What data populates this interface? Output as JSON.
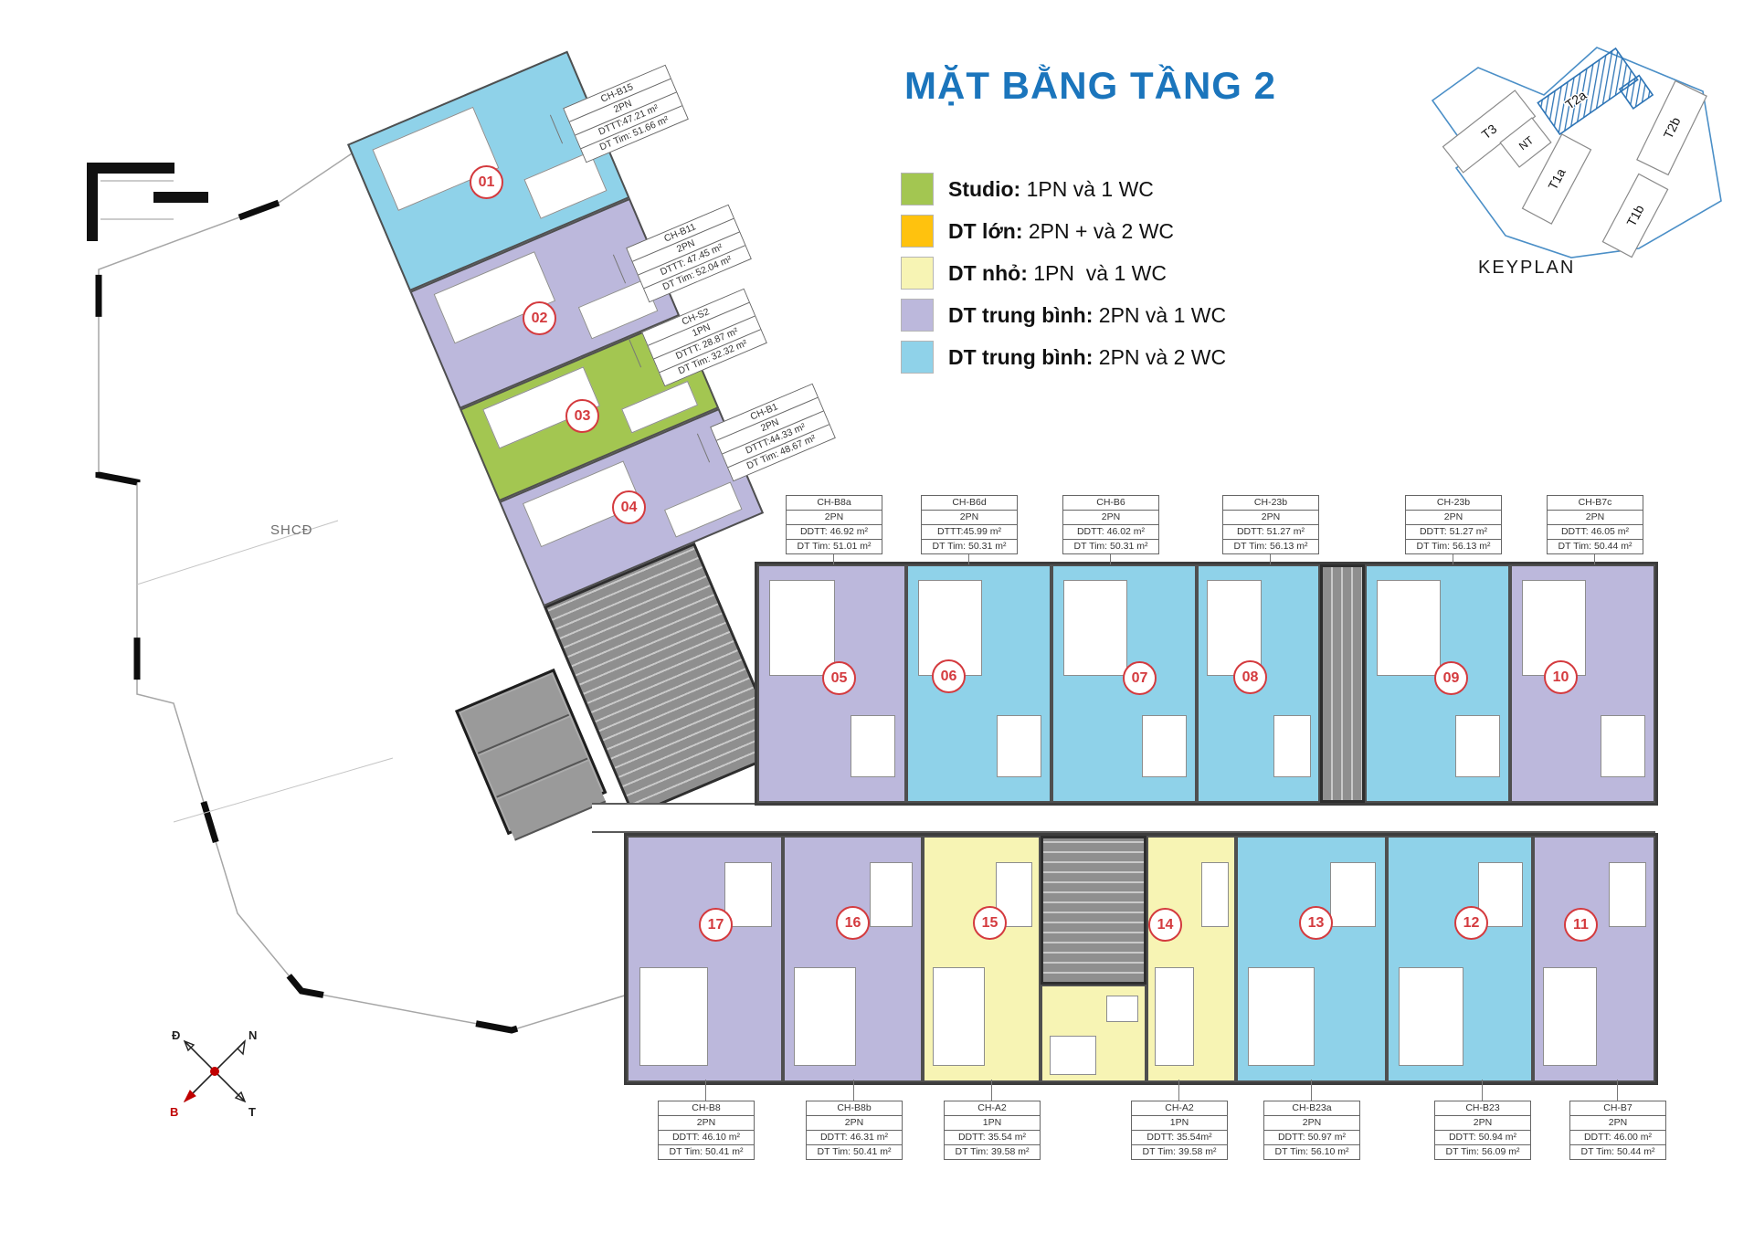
{
  "title": "MẶT BẰNG TẦNG 2",
  "colors": {
    "studio": "#A3C651",
    "dt_lon": "#FFC20E",
    "dt_nho": "#F7F4B4",
    "dt_tb_1wc": "#BCB8DC",
    "dt_tb_2wc": "#8FD2E9",
    "core_gray": "#8F8F8F",
    "accent_blue": "#1B75BC",
    "keyplan_blue": "#2E75B6",
    "unit_number_red": "#D43A3E"
  },
  "legend": {
    "items": [
      {
        "key": "studio",
        "bold": "Studio:",
        "text": " 1PN và 1 WC"
      },
      {
        "key": "dt_lon",
        "bold": "DT lớn:",
        "text": " 2PN + và 2 WC"
      },
      {
        "key": "dt_nho",
        "bold": "DT nhỏ:",
        "text": " 1PN  và 1 WC"
      },
      {
        "key": "dt_tb_1wc",
        "bold": "DT trung bình:",
        "text": " 2PN và 1 WC"
      },
      {
        "key": "dt_tb_2wc",
        "bold": "DT trung bình:",
        "text": " 2PN và 2 WC"
      }
    ]
  },
  "keyplan": {
    "label": "KEYPLAN",
    "highlighted": "T2a",
    "buildings": [
      {
        "name": "T3"
      },
      {
        "name": "NT"
      },
      {
        "name": "T2a"
      },
      {
        "name": "T1a"
      },
      {
        "name": "T2b"
      },
      {
        "name": "T1b"
      }
    ]
  },
  "common_area": {
    "label": "SHCĐ"
  },
  "compass": {
    "top_left": "Đ",
    "top_right": "N",
    "bottom_left": "B",
    "bottom_right": "T"
  },
  "units": [
    {
      "number": "01",
      "category": "dt_tb_2wc"
    },
    {
      "number": "02",
      "category": "dt_tb_1wc"
    },
    {
      "number": "03",
      "category": "studio"
    },
    {
      "number": "04",
      "category": "dt_tb_1wc"
    },
    {
      "number": "05",
      "category": "dt_tb_1wc"
    },
    {
      "number": "06",
      "category": "dt_tb_2wc"
    },
    {
      "number": "07",
      "category": "dt_tb_2wc"
    },
    {
      "number": "08",
      "category": "dt_tb_2wc"
    },
    {
      "number": "09",
      "category": "dt_tb_2wc"
    },
    {
      "number": "10",
      "category": "dt_tb_1wc"
    },
    {
      "number": "11",
      "category": "dt_tb_1wc"
    },
    {
      "number": "12",
      "category": "dt_tb_2wc"
    },
    {
      "number": "13",
      "category": "dt_tb_2wc"
    },
    {
      "number": "14",
      "category": "dt_nho"
    },
    {
      "number": "15",
      "category": "dt_nho"
    },
    {
      "number": "16",
      "category": "dt_tb_1wc"
    },
    {
      "number": "17",
      "category": "dt_tb_1wc"
    }
  ],
  "labels": {
    "tilted": [
      {
        "code": "CH-B15",
        "type": "2PN",
        "area1": "DTTT:47.21 m²",
        "area2": "DT Tim: 51.66 m²"
      },
      {
        "code": "CH-B11",
        "type": "2PN",
        "area1": "DTTT: 47.45 m²",
        "area2": "DT Tim: 52.04 m²"
      },
      {
        "code": "CH-S2",
        "type": "1PN",
        "area1": "DTTT: 28.87 m²",
        "area2": "DT Tim: 32.32 m²"
      },
      {
        "code": "CH-B1",
        "type": "2PN",
        "area1": "DTTT:44.33 m²",
        "area2": "DT Tim: 48.67 m²"
      }
    ],
    "top": [
      {
        "code": "CH-B8a",
        "type": "2PN",
        "area1": "DDTT: 46.92 m²",
        "area2": "DT Tim: 51.01 m²"
      },
      {
        "code": "CH-B6d",
        "type": "2PN",
        "area1": "DTTT:45.99 m²",
        "area2": "DT Tim: 50.31 m²"
      },
      {
        "code": "CH-B6",
        "type": "2PN",
        "area1": "DDTT: 46.02 m²",
        "area2": "DT Tim: 50.31 m²"
      },
      {
        "code": "CH-23b",
        "type": "2PN",
        "area1": "DDTT: 51.27 m²",
        "area2": "DT Tim: 56.13 m²"
      },
      {
        "code": "CH-23b",
        "type": "2PN",
        "area1": "DDTT: 51.27 m²",
        "area2": "DT Tim: 56.13 m²"
      },
      {
        "code": "CH-B7c",
        "type": "2PN",
        "area1": "DDTT: 46.05 m²",
        "area2": "DT Tim: 50.44 m²"
      }
    ],
    "bottom": [
      {
        "code": "CH-B8",
        "type": "2PN",
        "area1": "DDTT: 46.10 m²",
        "area2": "DT Tim: 50.41 m²"
      },
      {
        "code": "CH-B8b",
        "type": "2PN",
        "area1": "DDTT: 46.31 m²",
        "area2": "DT Tim: 50.41 m²"
      },
      {
        "code": "CH-A2",
        "type": "1PN",
        "area1": "DDTT: 35.54 m²",
        "area2": "DT Tim: 39.58 m²"
      },
      {
        "code": "CH-A2",
        "type": "1PN",
        "area1": "DDTT: 35.54m²",
        "area2": "DT Tim: 39.58 m²"
      },
      {
        "code": "CH-B23a",
        "type": "2PN",
        "area1": "DDTT: 50.97 m²",
        "area2": "DT Tim: 56.10 m²"
      },
      {
        "code": "CH-B23",
        "type": "2PN",
        "area1": "DDTT: 50.94 m²",
        "area2": "DT Tim: 56.09 m²"
      },
      {
        "code": "CH-B7",
        "type": "2PN",
        "area1": "DDTT: 46.00 m²",
        "area2": "DT Tim: 50.44 m²"
      }
    ]
  }
}
